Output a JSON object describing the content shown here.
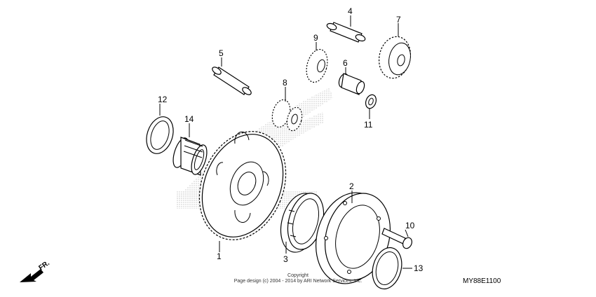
{
  "callouts": [
    {
      "id": "1",
      "label": "1"
    },
    {
      "id": "2",
      "label": "2"
    },
    {
      "id": "3",
      "label": "3"
    },
    {
      "id": "4",
      "label": "4"
    },
    {
      "id": "5",
      "label": "5"
    },
    {
      "id": "6",
      "label": "6"
    },
    {
      "id": "7",
      "label": "7"
    },
    {
      "id": "8",
      "label": "8"
    },
    {
      "id": "9",
      "label": "9"
    },
    {
      "id": "10",
      "label": "10"
    },
    {
      "id": "11",
      "label": "11"
    },
    {
      "id": "12",
      "label": "12"
    },
    {
      "id": "13",
      "label": "13"
    },
    {
      "id": "14",
      "label": "14"
    }
  ],
  "footer": {
    "copyright_line1": "Copyright",
    "copyright_line2": "Page design (c) 2004 - 2014 by ARI Network Services, Inc.",
    "diagram_code": "MY88E1100",
    "front_label": "FR."
  },
  "icons": {
    "front_arrow": "front-arrow-icon",
    "watermark": "honda-wing-watermark"
  }
}
